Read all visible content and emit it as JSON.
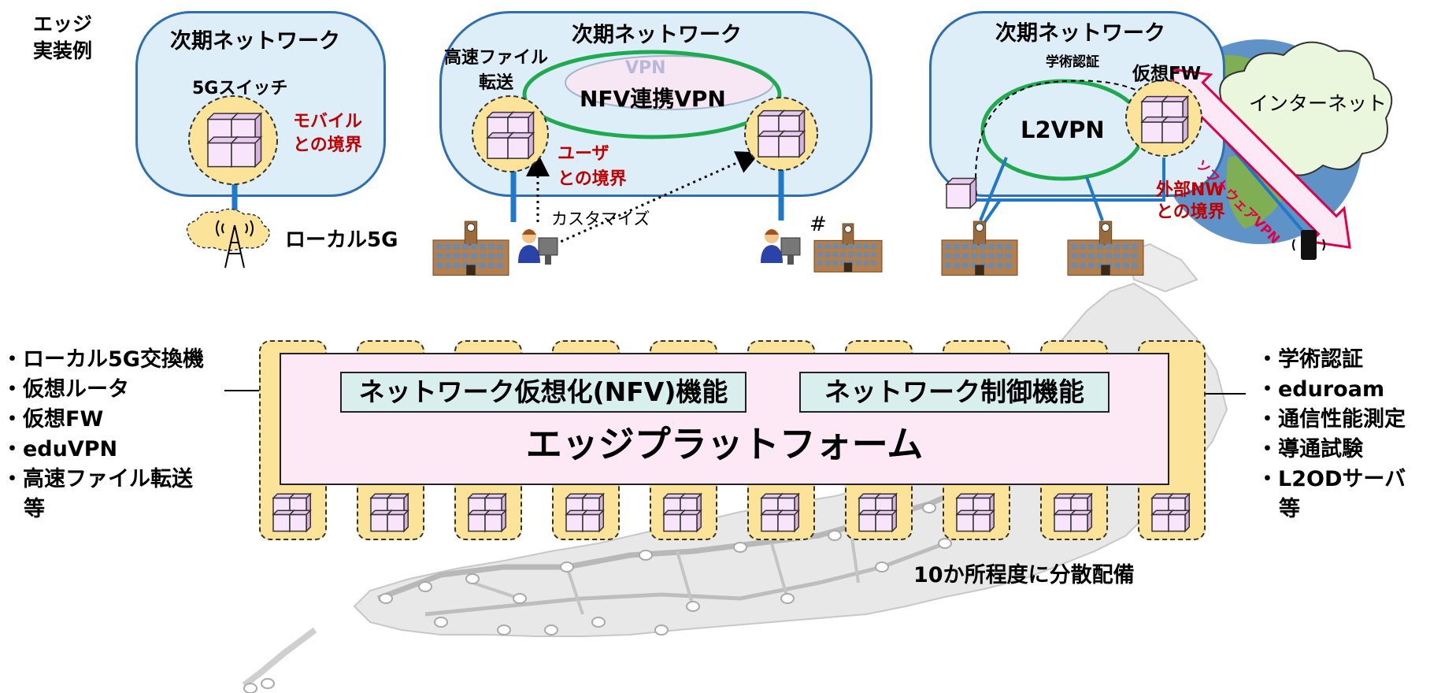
{
  "edge_example_label": "エッジ\n実装例",
  "panel1": {
    "title": "次期ネットワーク",
    "switch_label": "5Gスイッチ",
    "boundary_label": "モバイル\nとの境界",
    "local5g_label": "ローカル5G"
  },
  "panel2": {
    "title": "次期ネットワーク",
    "transfer_label": "高速ファイル\n転送",
    "vpn_small": "VPN",
    "vpn_label": "NFV連携VPN",
    "boundary_label": "ユーザ\nとの境界",
    "customize_label": "カスタマイズ",
    "hash_label": "#"
  },
  "panel3": {
    "title": "次期ネットワーク",
    "auth_label": "学術認証",
    "fw_label": "仮想FW",
    "l2vpn_label": "L2VPN",
    "internet_label": "インターネット",
    "software_vpn_label": "ソフトウェアVPN",
    "boundary_label": "外部NW\nとの境界"
  },
  "nfv_function_label": "ネットワーク仮想化(NFV)機能",
  "control_function_label": "ネットワーク制御機能",
  "platform_label": "エッジプラットフォーム",
  "distribution_label": "10か所程度に分散配備",
  "left_list": [
    "ローカル5G交換機",
    "仮想ルータ",
    "仮想FW",
    "eduVPN",
    "高速ファイル転送",
    "等"
  ],
  "right_list": [
    "学術認証",
    "eduroam",
    "通信性能測定",
    "導通試験",
    "L2ODサーバ",
    "等"
  ],
  "node_count": 10
}
